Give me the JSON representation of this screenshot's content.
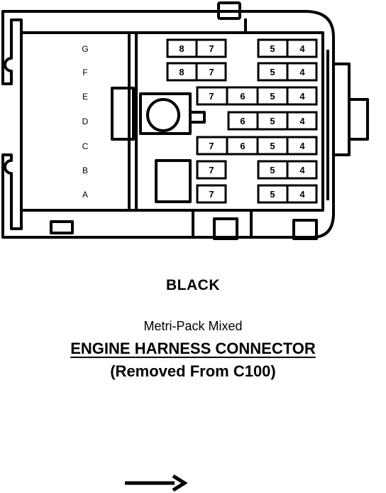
{
  "connector": {
    "color": "BLACK",
    "type": "Metri-Pack Mixed",
    "name": "ENGINE HARNESS CONNECTOR",
    "note": "(Removed From C100)"
  },
  "rows": [
    {
      "id": "G",
      "cells": [
        "8",
        "7",
        "5",
        "4"
      ]
    },
    {
      "id": "F",
      "cells": [
        "8",
        "7",
        "5",
        "4"
      ]
    },
    {
      "id": "E",
      "cells": [
        "7",
        "6",
        "5",
        "4"
      ]
    },
    {
      "id": "D",
      "cells": [
        "6",
        "5",
        "4"
      ]
    },
    {
      "id": "C",
      "cells": [
        "7",
        "6",
        "5",
        "4"
      ]
    },
    {
      "id": "B",
      "cells": [
        "7",
        "5",
        "4"
      ]
    },
    {
      "id": "A",
      "cells": [
        "7",
        "5",
        "4"
      ]
    }
  ],
  "direction_arrow": "right-arrow-icon"
}
